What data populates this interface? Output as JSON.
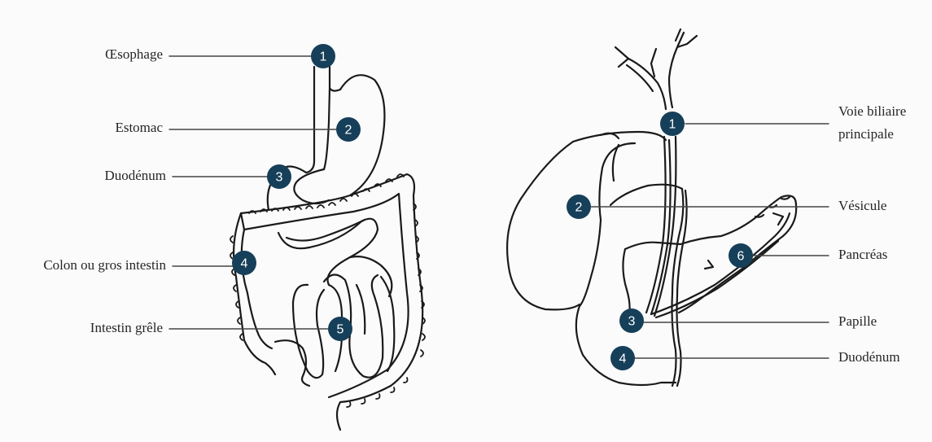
{
  "left_diagram": {
    "labels": [
      {
        "text": "Œsophage",
        "number": "1"
      },
      {
        "text": "Estomac",
        "number": "2"
      },
      {
        "text": "Duodénum",
        "number": "3"
      },
      {
        "text": "Colon ou gros intestin",
        "number": "4"
      },
      {
        "text": "Intestin grêle",
        "number": "5"
      }
    ]
  },
  "right_diagram": {
    "labels": [
      {
        "text_line1": "Voie biliaire",
        "text_line2": "principale",
        "number": "1"
      },
      {
        "text": "Vésicule",
        "number": "2"
      },
      {
        "text": "Pancréas",
        "number": "6"
      },
      {
        "text": "Papille",
        "number": "3"
      },
      {
        "text": "Duodénum",
        "number": "4"
      }
    ]
  },
  "colors": {
    "marker_fill": "#163f5a",
    "line": "#1a1a1a",
    "background": "#fbfbfb"
  }
}
